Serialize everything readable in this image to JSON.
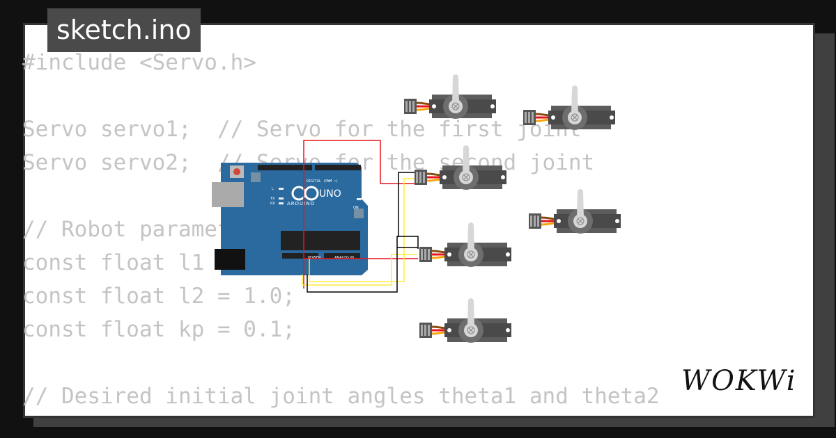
{
  "tab": {
    "filename": "sketch.ino"
  },
  "code_lines": [
    "#include <Servo.h>",
    "",
    "Servo servo1;  // Servo for the first joint",
    "Servo servo2;  // Servo for the second joint",
    "",
    "// Robot parameters",
    "const float l1 = 1.0;",
    "const float l2 = 1.0;",
    "const float kp = 0.1;",
    "",
    "// Desired initial joint angles theta1 and theta2"
  ],
  "board": {
    "model": "UNO",
    "brand": "ARDUINO",
    "header_label": "DIGITAL (PWM ~)",
    "power_label": "POWER",
    "analog_label": "ANALOG IN",
    "tx_label": "TX",
    "rx_label": "RX",
    "l_label": "L",
    "on_label": "ON"
  },
  "logo": {
    "text": "WOKWi"
  },
  "colors": {
    "board_blue": "#2a6a9e",
    "wire_red": "#e8141c",
    "wire_yellow": "#ffee3a",
    "wire_black": "#000000",
    "servo_body": "#5a5a5a",
    "code_text": "#c4c4c4"
  },
  "servos": [
    {
      "name": "servo-1"
    },
    {
      "name": "servo-2"
    },
    {
      "name": "servo-3"
    },
    {
      "name": "servo-4"
    },
    {
      "name": "servo-5"
    },
    {
      "name": "servo-6"
    }
  ]
}
